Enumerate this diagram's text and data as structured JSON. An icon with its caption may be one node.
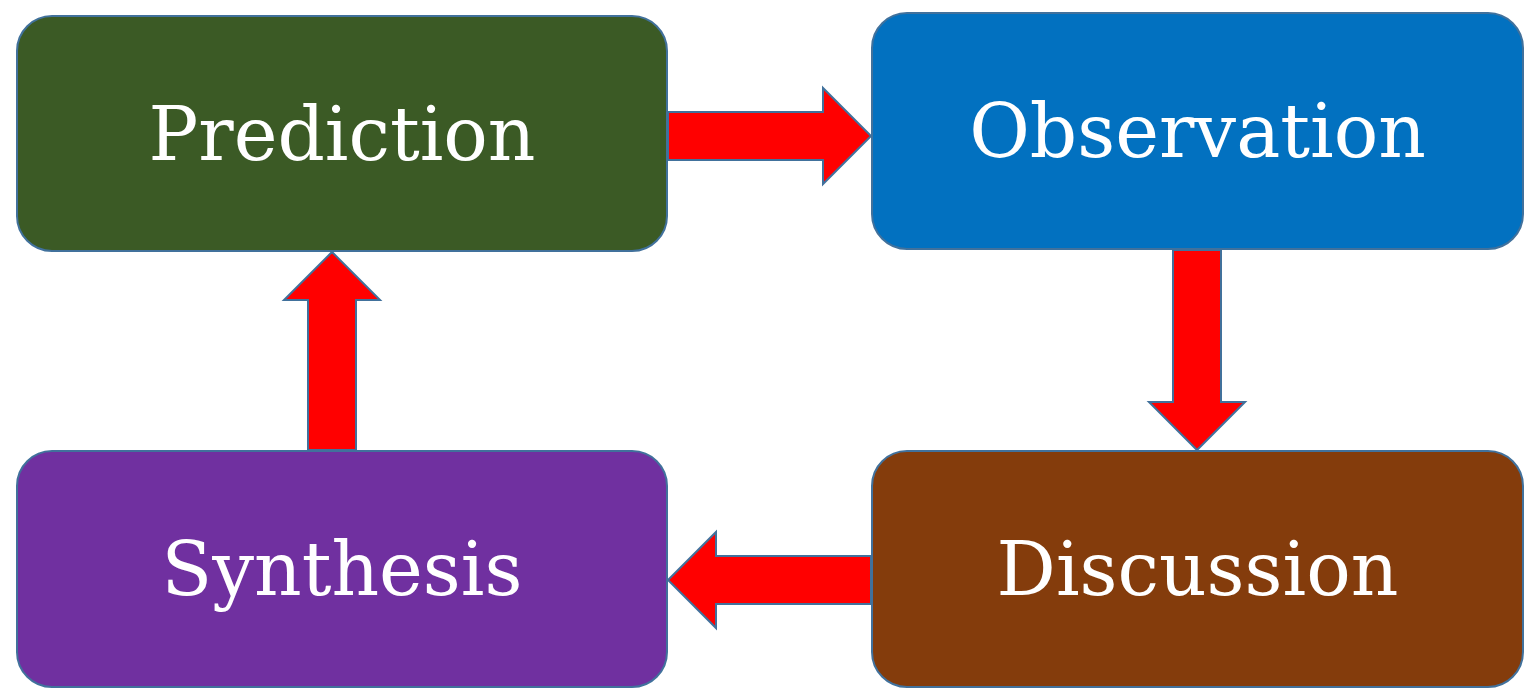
{
  "diagram": {
    "nodes": [
      {
        "text": [
          "Prediction"
        ]
      },
      {
        "text": [
          "Observation"
        ]
      },
      {
        "text": [
          "Synthesis"
        ]
      },
      {
        "text": [
          "Discussion"
        ]
      }
    ],
    "edges": [
      {
        "from": 0,
        "to": 1,
        "arrow": "to",
        "style": "thick",
        "color": "#ff0000"
      },
      {
        "from": 1,
        "to": 3,
        "arrow": "to",
        "style": "thick",
        "color": "#ff0000"
      },
      {
        "from": 3,
        "to": 2,
        "arrow": "to",
        "style": "thick",
        "color": "#ff0000"
      },
      {
        "from": 2,
        "to": 0,
        "arrow": "to",
        "style": "thick",
        "color": "#ff0000"
      }
    ]
  }
}
